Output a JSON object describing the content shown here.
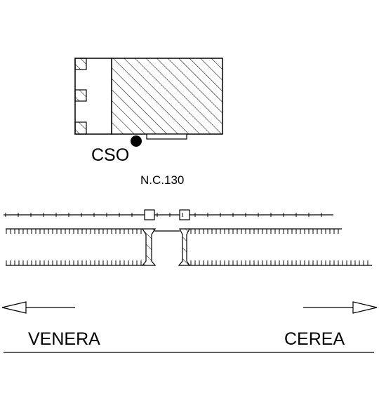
{
  "labels": {
    "station": "CSO",
    "crossing": "N.C.130",
    "direction_left": "VENERA",
    "direction_right": "CEREA"
  },
  "colors": {
    "ink": "#000000",
    "paper": "#ffffff"
  }
}
